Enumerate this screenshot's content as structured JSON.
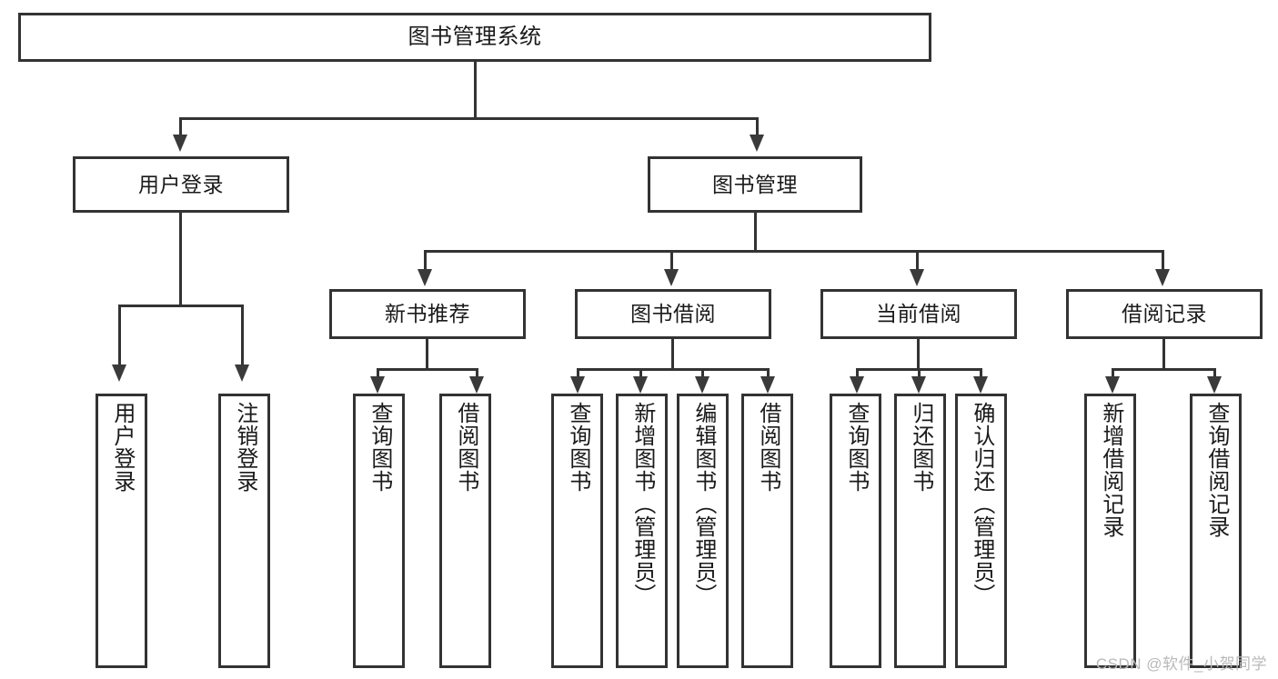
{
  "diagram": {
    "type": "tree-hierarchy-diagram",
    "title": "图书管理系统",
    "root": {
      "id": "root",
      "label": "图书管理系统"
    },
    "level1": [
      {
        "id": "user-login",
        "label": "用户登录"
      },
      {
        "id": "book-management",
        "label": "图书管理"
      }
    ],
    "level2": [
      {
        "id": "new-book-recommend",
        "label": "新书推荐",
        "parent": "book-management"
      },
      {
        "id": "book-borrow",
        "label": "图书借阅",
        "parent": "book-management"
      },
      {
        "id": "current-borrow",
        "label": "当前借阅",
        "parent": "book-management"
      },
      {
        "id": "borrow-record",
        "label": "借阅记录",
        "parent": "book-management"
      }
    ],
    "leaves": [
      {
        "id": "leaf-user-login",
        "label": "用户登录",
        "parent": "user-login"
      },
      {
        "id": "leaf-user-logout",
        "label": "注销登录",
        "parent": "user-login"
      },
      {
        "id": "leaf-query-book-1",
        "label": "查询图书",
        "parent": "new-book-recommend"
      },
      {
        "id": "leaf-borrow-book-1",
        "label": "借阅图书",
        "parent": "new-book-recommend"
      },
      {
        "id": "leaf-query-book-2",
        "label": "查询图书",
        "parent": "book-borrow"
      },
      {
        "id": "leaf-add-book",
        "label": "新增图书（管理员）",
        "parent": "book-borrow"
      },
      {
        "id": "leaf-edit-book",
        "label": "编辑图书（管理员）",
        "parent": "book-borrow"
      },
      {
        "id": "leaf-borrow-book-2",
        "label": "借阅图书",
        "parent": "book-borrow"
      },
      {
        "id": "leaf-query-book-3",
        "label": "查询图书",
        "parent": "current-borrow"
      },
      {
        "id": "leaf-return-book",
        "label": "归还图书",
        "parent": "current-borrow"
      },
      {
        "id": "leaf-confirm-return",
        "label": "确认归还（管理员）",
        "parent": "current-borrow"
      },
      {
        "id": "leaf-add-record",
        "label": "新增借阅记录",
        "parent": "borrow-record"
      },
      {
        "id": "leaf-query-record",
        "label": "查询借阅记录",
        "parent": "borrow-record"
      }
    ],
    "colors": {
      "stroke": "#333333",
      "fill": "#ffffff",
      "text": "#1a1a1a",
      "watermark": "#b9b9b9"
    }
  },
  "watermark": {
    "text": "CSDN @软件_小贺同学"
  }
}
